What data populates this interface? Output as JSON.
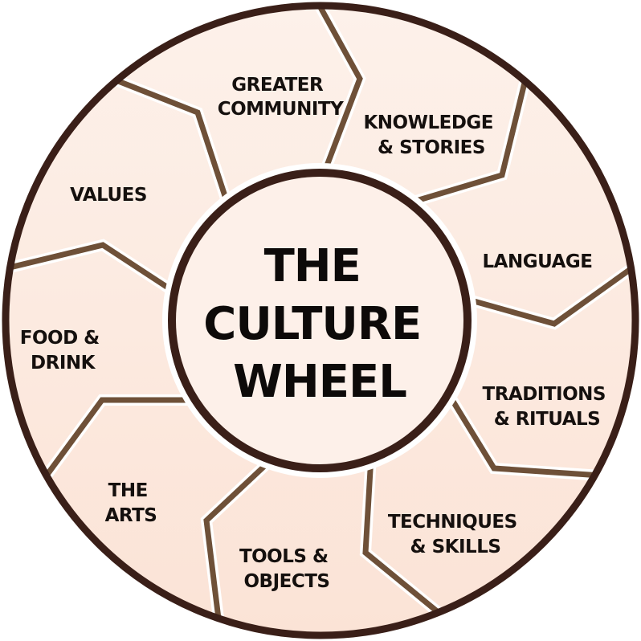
{
  "diagram": {
    "title_lines": [
      "THE",
      "CULTURE",
      "WHEEL"
    ],
    "segments": [
      {
        "id": "greater-community",
        "lines": [
          "GREATER",
          "COMMUNITY"
        ]
      },
      {
        "id": "knowledge-stories",
        "lines": [
          "KNOWLEDGE",
          "& STORIES"
        ]
      },
      {
        "id": "language",
        "lines": [
          "LANGUAGE"
        ]
      },
      {
        "id": "traditions-rituals",
        "lines": [
          "TRADITIONS",
          "& RITUALS"
        ]
      },
      {
        "id": "techniques-skills",
        "lines": [
          "TECHNIQUES",
          "& SKILLS"
        ]
      },
      {
        "id": "tools-objects",
        "lines": [
          "TOOLS &",
          "OBJECTS"
        ]
      },
      {
        "id": "the-arts",
        "lines": [
          "THE",
          "ARTS"
        ]
      },
      {
        "id": "food-drink",
        "lines": [
          "FOOD &",
          "DRINK"
        ]
      },
      {
        "id": "values",
        "lines": [
          "VALUES"
        ]
      }
    ],
    "colors": {
      "ring": "#3a1f18",
      "divider": "#6e5038",
      "segment_fill_light": "#fdf1ea",
      "segment_fill_dark": "#fbe3d6",
      "hub_fill": "#fdf0e9",
      "text": "#15100e"
    }
  }
}
